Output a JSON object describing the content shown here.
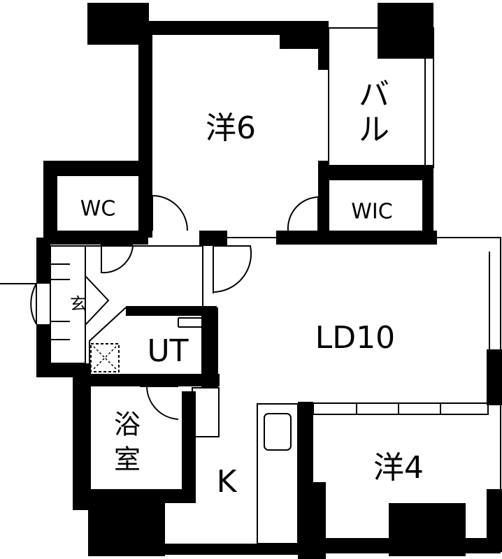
{
  "rooms": {
    "western_6": "洋6",
    "balcony_1": "バ",
    "balcony_2": "ル",
    "wc": "WC",
    "wic": "WIC",
    "entrance": "玄",
    "ld": "LD10",
    "ut": "UT",
    "bath_1": "浴",
    "bath_2": "室",
    "kitchen": "K",
    "western_4": "洋4"
  }
}
